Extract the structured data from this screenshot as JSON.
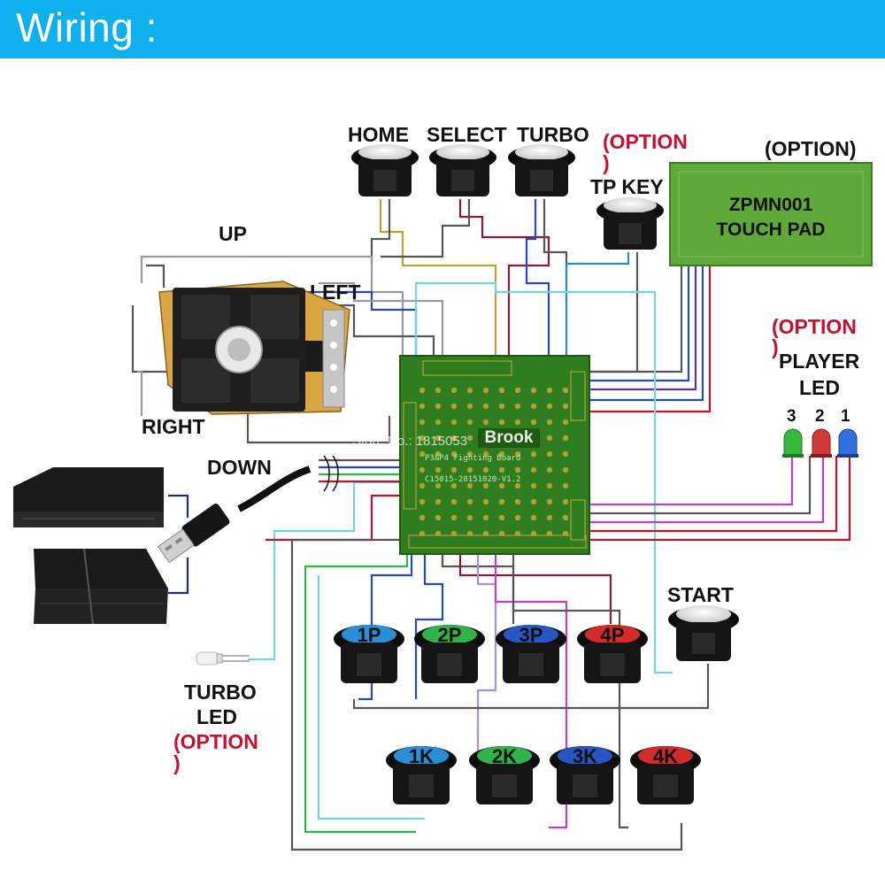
{
  "header": {
    "title": "Wiring :"
  },
  "labels": {
    "home": "HOME",
    "select": "SELECT",
    "turbo": "TURBO",
    "option_top": "(OPTION",
    "option_top_paren": ")",
    "tp_key": "TP KEY",
    "touchpad_option": "(OPTION)",
    "up": "UP",
    "left": "LEFT",
    "right": "RIGHT",
    "down": "DOWN",
    "player_option": "(OPTION",
    "player_option_paren": ")",
    "player": "PLAYER",
    "led": "LED",
    "led_3": "3",
    "led_2": "2",
    "led_1": "1",
    "start": "START",
    "turbo_led_1": "TURBO",
    "turbo_led_2": "LED",
    "turbo_led_option": "(OPTION",
    "turbo_led_option_paren": ")"
  },
  "touch_pad": {
    "line1": "ZPMN001",
    "line2": "TOUCH PAD",
    "color": "#5fa83a"
  },
  "pcb": {
    "brand": "Brook",
    "model": "P3&P4 Fighting Board",
    "revision": "C15015-20151020-V1.2",
    "watermark": "Store No.: 1815053",
    "color": "#2e7d1f"
  },
  "buttons_top_row": [
    {
      "id": "1P",
      "label": "1P",
      "color": "#2a8fd6"
    },
    {
      "id": "2P",
      "label": "2P",
      "color": "#2fb44a"
    },
    {
      "id": "3P",
      "label": "3P",
      "color": "#2a55c4"
    },
    {
      "id": "4P",
      "label": "4P",
      "color": "#d42a2a"
    }
  ],
  "buttons_bottom_row": [
    {
      "id": "1K",
      "label": "1K",
      "color": "#2a8fd6"
    },
    {
      "id": "2K",
      "label": "2K",
      "color": "#2fb44a"
    },
    {
      "id": "3K",
      "label": "3K",
      "color": "#2a55c4"
    },
    {
      "id": "4K",
      "label": "4K",
      "color": "#d42a2a"
    }
  ],
  "player_leds": [
    {
      "label": "3",
      "color": "#36b83a"
    },
    {
      "label": "2",
      "color": "#d23a3a"
    },
    {
      "label": "1",
      "color": "#2f6fe0"
    }
  ]
}
